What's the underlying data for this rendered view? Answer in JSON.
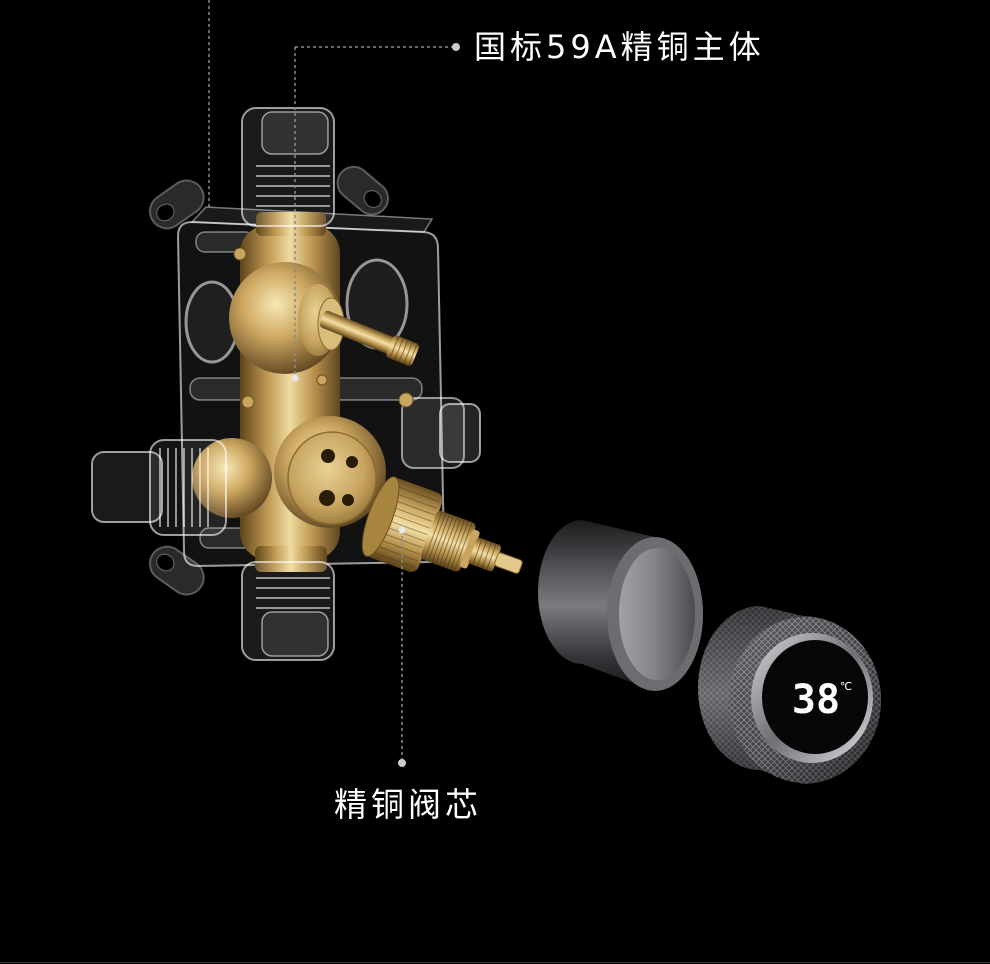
{
  "callouts": {
    "body_label": "国标59A精铜主体",
    "cartridge_label": "精铜阀芯"
  },
  "display": {
    "temperature": "38",
    "unit": "℃"
  },
  "colors": {
    "background": "#000000",
    "label_text": "#ffffff",
    "callout_line": "#8c8c8c",
    "brass": "#c9a560",
    "gunmetal": "#4a4a4e"
  },
  "icons": {
    "body": "brass-valve-body",
    "cartridge": "brass-cartridge",
    "sleeve": "gunmetal-sleeve",
    "knob": "knurled-knob-with-display"
  }
}
